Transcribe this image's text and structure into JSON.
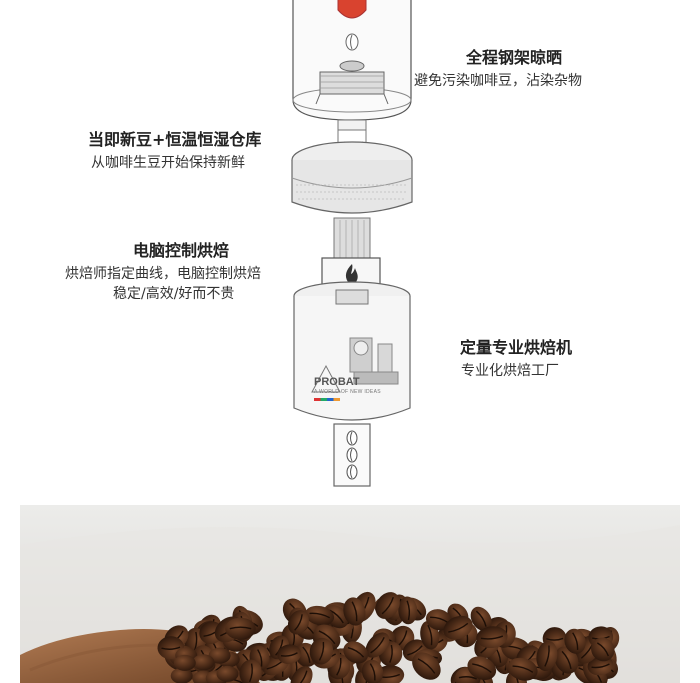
{
  "features": [
    {
      "title": "全程钢架晾晒",
      "lines": [
        "避免污染咖啡豆，沾染杂物"
      ]
    },
    {
      "title": "当即新豆+恒温恒湿仓库",
      "lines": [
        "从咖啡生豆开始保持新鲜"
      ]
    },
    {
      "title": "电脑控制烘焙",
      "lines": [
        "烘焙师指定曲线，电脑控制烘焙",
        "稳定/高效/好而不贵"
      ]
    },
    {
      "title": "定量专业烘焙机",
      "lines": [
        "专业化烘焙工厂"
      ]
    }
  ],
  "logo": {
    "brand": "PROBAT",
    "tagline": "A WORLD OF NEW IDEAS"
  },
  "icons": {
    "flame": "flame-icon",
    "steam": "steam-icon",
    "bean": "coffee-bean-icon"
  },
  "colors": {
    "accent_red": "#d9432f",
    "outline": "#555555",
    "bean_brown": "#4a2a17"
  }
}
